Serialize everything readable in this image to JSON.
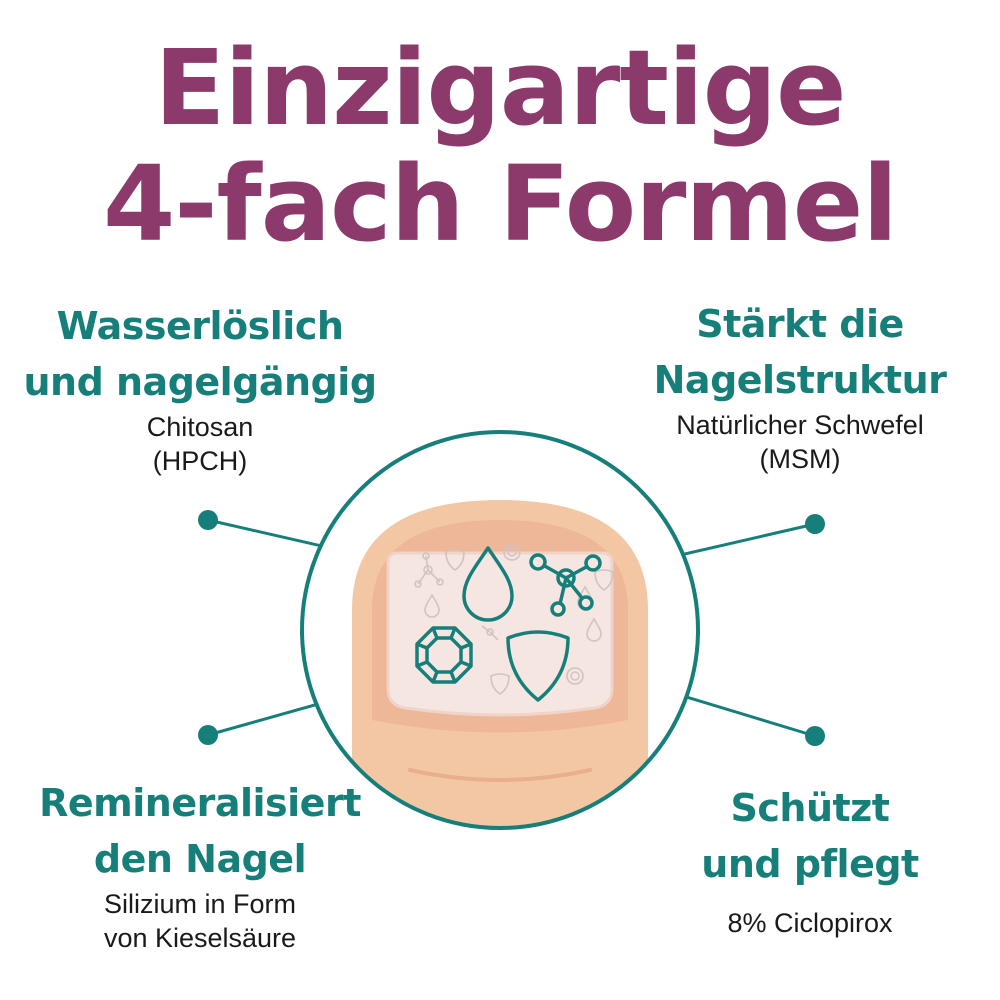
{
  "headline": {
    "line1": "Einzigartige",
    "line2": "4-fach Formel"
  },
  "features": {
    "top_left": {
      "title_1": "Wasserlöslich",
      "title_2": "und nagelgängig",
      "sub_1": "Chitosan",
      "sub_2": "(HPCH)"
    },
    "top_right": {
      "title_1": "Stärkt die",
      "title_2": "Nagelstruktur",
      "sub_1": "Natürlicher Schwefel",
      "sub_2": "(MSM)"
    },
    "bottom_left": {
      "title_1": "Remineralisiert",
      "title_2": "den Nagel",
      "sub_1": "Silizium in Form",
      "sub_2": "von Kieselsäure"
    },
    "bottom_right": {
      "title_1": "Schützt",
      "title_2": "und pflegt",
      "sub_1": "8% Ciclopirox"
    }
  },
  "colors": {
    "headline": "#8b3a6b",
    "accent": "#167f7a",
    "skin": "#f4c7a4",
    "skin_dark": "#e8ae8e",
    "nail": "#f6e6e2"
  },
  "icons": [
    "water-drop-icon",
    "molecule-icon",
    "gem-icon",
    "shield-icon"
  ]
}
